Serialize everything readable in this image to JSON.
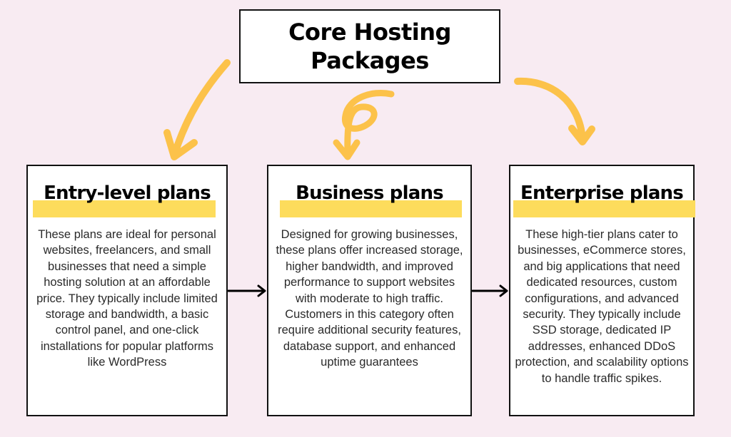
{
  "title": {
    "line1": "Core Hosting",
    "line2": "Packages"
  },
  "colors": {
    "background": "#f8ebf2",
    "highlight": "#fddc5c",
    "curved_arrows": "#fcc24a",
    "box_border": "#111111"
  },
  "cards": [
    {
      "heading": "Entry-level plans",
      "body": "These plans are ideal for personal websites, freelancers, and small businesses that need a simple hosting solution at an affordable price. They typically include limited storage and bandwidth, a basic control panel, and one-click installations for popular platforms like WordPress"
    },
    {
      "heading": "Business plans",
      "body": "Designed for growing businesses, these plans offer increased storage, higher bandwidth, and improved performance to support websites with moderate to high traffic. Customers in this category often require additional security features, database support, and enhanced uptime guarantees"
    },
    {
      "heading": "Enterprise plans",
      "body": "These high-tier plans cater to businesses, eCommerce stores, and big applications that need dedicated resources, custom configurations, and advanced security. They typically include SSD storage, dedicated IP addresses, enhanced DDoS protection, and scalability options to handle traffic spikes."
    }
  ],
  "connectors": [
    {
      "from": "Core Hosting Packages",
      "to": "Entry-level plans",
      "style": "curved-arrow"
    },
    {
      "from": "Core Hosting Packages",
      "to": "Business plans",
      "style": "loop-arrow"
    },
    {
      "from": "Core Hosting Packages",
      "to": "Enterprise plans",
      "style": "curved-arrow"
    },
    {
      "from": "Entry-level plans",
      "to": "Business plans",
      "style": "straight-arrow"
    },
    {
      "from": "Business plans",
      "to": "Enterprise plans",
      "style": "straight-arrow"
    }
  ]
}
